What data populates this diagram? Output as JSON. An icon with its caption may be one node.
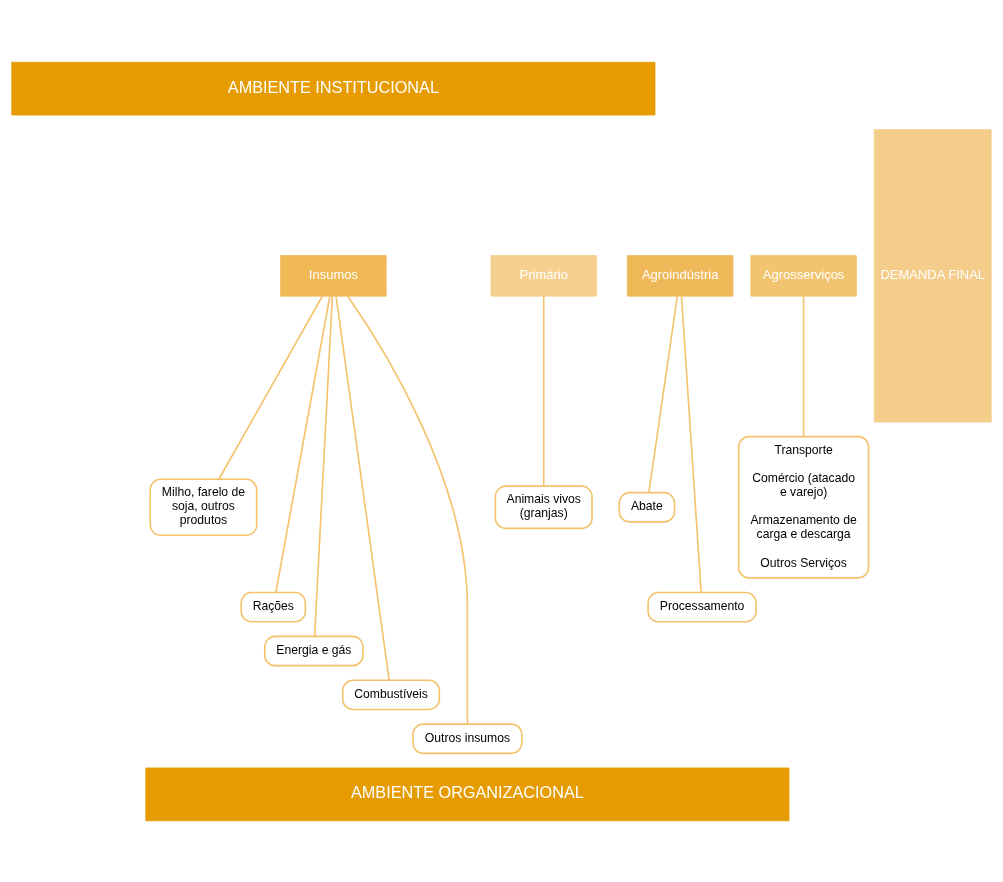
{
  "diagram": {
    "nodes": [
      {
        "text": [
          "AMBIENTE INSTITUCIONAL"
        ]
      },
      {
        "text": [
          "Insumos"
        ]
      },
      {
        "text": [
          "Milho, farelo de soja, outros produtos"
        ]
      },
      {
        "text": [
          "Rações"
        ]
      },
      {
        "text": [
          "Energia e gás"
        ]
      },
      {
        "text": [
          "Combustíveis"
        ]
      },
      {
        "text": [
          "Outros insumos"
        ]
      },
      {
        "text": [
          "Primário"
        ]
      },
      {
        "text": [
          "Animais vivos (granjas)"
        ]
      },
      {
        "text": [
          "Agroindústria"
        ]
      },
      {
        "text": [
          "Abate"
        ]
      },
      {
        "text": [
          "Processamento"
        ]
      },
      {
        "text": [
          "Agrosserviços"
        ]
      },
      {
        "text": [
          "Transporte",
          "Comércio (atacado e varejo)",
          "Armazenamento de carga e descarga",
          "Outros Serviços"
        ]
      },
      {
        "text": [
          "DEMANDA FINAL"
        ]
      },
      {
        "text": [
          "AMBIENTE ORGANIZACIONAL"
        ]
      }
    ],
    "edges": [
      {
        "from": 1,
        "to": 2,
        "arrow": "none"
      },
      {
        "from": 1,
        "to": 3,
        "arrow": "none"
      },
      {
        "from": 1,
        "to": 4,
        "arrow": "none"
      },
      {
        "from": 1,
        "to": 5,
        "arrow": "none"
      },
      {
        "from": 1,
        "to": 6,
        "arrow": "none"
      },
      {
        "from": 7,
        "to": 8,
        "arrow": "none"
      },
      {
        "from": 9,
        "to": 10,
        "arrow": "none"
      },
      {
        "from": 9,
        "to": 11,
        "arrow": "none"
      },
      {
        "from": 12,
        "to": 13,
        "arrow": "none"
      }
    ]
  }
}
